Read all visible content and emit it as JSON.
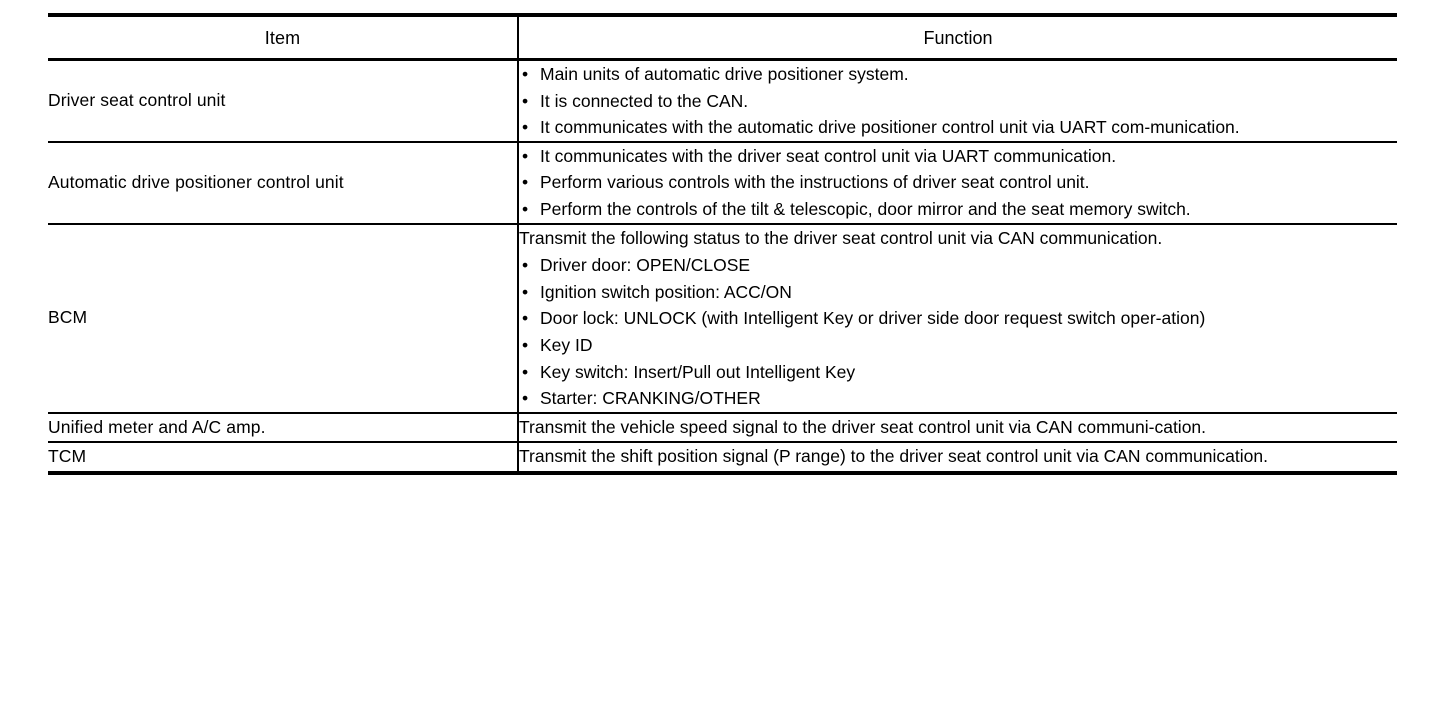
{
  "table": {
    "name": "component-parts-function-table",
    "columns": [
      {
        "key": "item",
        "label": "Item"
      },
      {
        "key": "function",
        "label": "Function"
      }
    ],
    "rows": [
      {
        "item": "Driver seat control unit",
        "lead": "",
        "bullets": [
          "Main units of automatic drive positioner system.",
          "It is connected to the CAN.",
          "It communicates with the automatic drive positioner control unit via UART com-munication."
        ]
      },
      {
        "item": "Automatic drive positioner control unit",
        "lead": "",
        "bullets": [
          "It communicates with the driver seat control unit via UART communication.",
          "Perform various controls with the instructions of driver seat control unit.",
          "Perform the controls of the tilt & telescopic, door mirror and the seat memory switch."
        ]
      },
      {
        "item": "BCM",
        "lead": "Transmit the following status to the driver seat control unit via CAN communication.",
        "bullets": [
          "Driver door: OPEN/CLOSE",
          "Ignition switch position: ACC/ON",
          "Door lock: UNLOCK (with Intelligent Key or driver side door request switch oper-ation)",
          "Key ID",
          "Key switch: Insert/Pull out Intelligent Key",
          "Starter: CRANKING/OTHER"
        ]
      },
      {
        "item": "Unified meter and A/C amp.",
        "lead": "Transmit the vehicle speed signal to the driver seat control unit via CAN communi-cation.",
        "bullets": []
      },
      {
        "item": "TCM",
        "lead": "Transmit the shift position signal (P range) to the driver seat control unit via CAN communication.",
        "bullets": []
      }
    ],
    "bullet_glyph": "•",
    "colors": {
      "rule": "#000000",
      "text": "#000000",
      "background": "#ffffff"
    }
  }
}
